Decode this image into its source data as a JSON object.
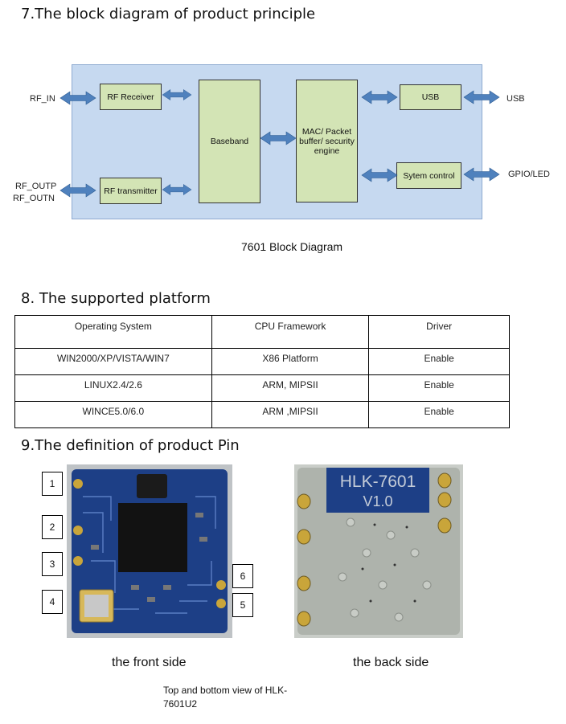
{
  "section7": {
    "heading": "7.The block diagram of product principle"
  },
  "diagram": {
    "blocks": {
      "rf_receiver": "RF Receiver",
      "rf_transmitter": "RF transmitter",
      "baseband": "Baseband",
      "mac": "MAC/ Packet buffer/ security engine",
      "usb": "USB",
      "system_control": "Sytem control"
    },
    "external": {
      "rf_in": "RF_IN",
      "rf_outp": "RF_OUTP",
      "rf_outn": "RF_OUTN",
      "usb": "USB",
      "gpio": "GPIO/LED"
    },
    "caption": "7601 Block Diagram",
    "colors": {
      "background": "#c6d9f0",
      "block": "#d3e4b5",
      "arrow": "#4f81bd"
    }
  },
  "section8": {
    "heading": "8. The supported platform",
    "headers": [
      "Operating System",
      "CPU Framework",
      "Driver"
    ],
    "rows": [
      [
        "WIN2000/XP/VISTA/WIN7",
        "X86 Platform",
        "Enable"
      ],
      [
        "LINUX2.4/2.6",
        "ARM, MIPSII",
        "Enable"
      ],
      [
        "WINCE5.0/6.0",
        "ARM ,MIPSII",
        "Enable"
      ]
    ]
  },
  "section9": {
    "heading": "9.The definition of product Pin",
    "pin_numbers": [
      "1",
      "2",
      "3",
      "4",
      "6",
      "5"
    ],
    "back_marking": [
      "HLK-7601",
      "V1.0"
    ],
    "front_caption": "the front side",
    "back_caption": "the back side",
    "view_note": "Top and bottom view of HLK-7601U2"
  }
}
